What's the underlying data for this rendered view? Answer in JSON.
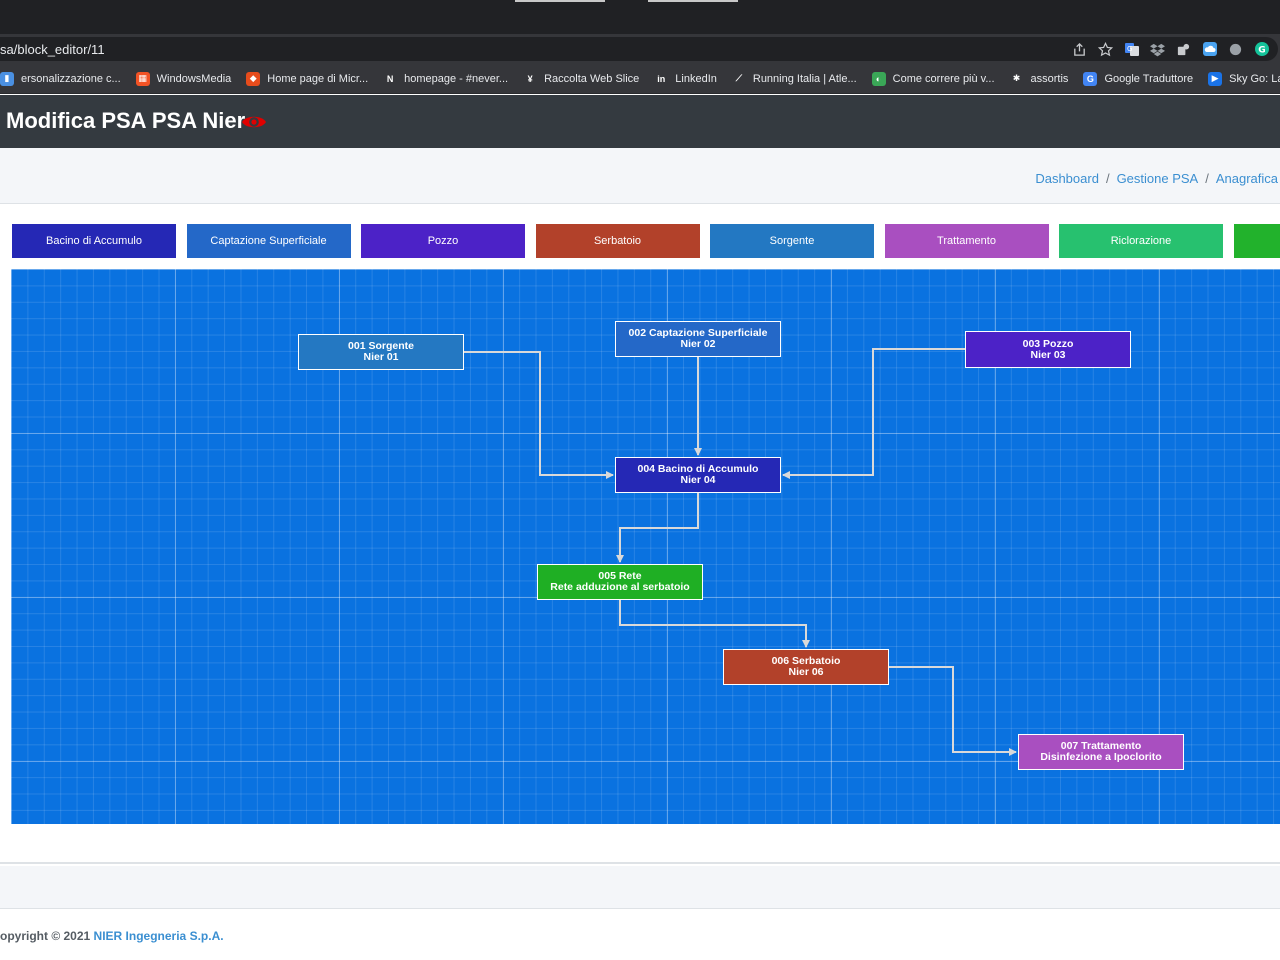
{
  "browser": {
    "url": "sa/block_editor/11",
    "address_icons": [
      "share-icon",
      "star-icon",
      "translate-extension-icon",
      "dropbox-extension-icon",
      "extension-icon",
      "cloud-extension-icon",
      "circle-extension-icon",
      "grammarly-extension-icon"
    ],
    "bookmarks": [
      {
        "label": "ersonalizzazione c...",
        "icon": "blue-folder-icon",
        "color": "#4a90e2"
      },
      {
        "label": "WindowsMedia",
        "icon": "windows-logo-icon",
        "color": "#f35325"
      },
      {
        "label": "Home page di Micr...",
        "icon": "office-logo-icon",
        "color": "#e74c1c"
      },
      {
        "label": "homepage - #never...",
        "icon": "n-logo-icon",
        "color": "#35363a"
      },
      {
        "label": "Raccolta Web Slice",
        "icon": "web-slice-icon",
        "color": "#35363a"
      },
      {
        "label": "LinkedIn",
        "icon": "linkedin-icon",
        "color": "#35363a"
      },
      {
        "label": "Running Italia | Atle...",
        "icon": "runner-icon",
        "color": "#35363a"
      },
      {
        "label": "Come correre più v...",
        "icon": "globe-icon",
        "color": "#3aa757"
      },
      {
        "label": "assortis",
        "icon": "assortis-icon",
        "color": "#35363a"
      },
      {
        "label": "Google Traduttore",
        "icon": "google-translate-icon",
        "color": "#4285f4"
      },
      {
        "label": "Sky Go: La TV",
        "icon": "sky-go-icon",
        "color": "#1a73e8"
      }
    ]
  },
  "header": {
    "title": "Modifica PSA PSA Nier",
    "title_icon": "eye-icon",
    "accent": "#e00000"
  },
  "breadcrumb": [
    {
      "label": "Dashboard"
    },
    {
      "label": "Gestione PSA"
    },
    {
      "label": "Anagrafica"
    }
  ],
  "palette": [
    {
      "label": "Bacino di Accumulo",
      "color": "#2528b5"
    },
    {
      "label": "Captazione Superficiale",
      "color": "#2468c8"
    },
    {
      "label": "Pozzo",
      "color": "#4c22c7"
    },
    {
      "label": "Serbatoio",
      "color": "#b2412a"
    },
    {
      "label": "Sorgente",
      "color": "#2378c2"
    },
    {
      "label": "Trattamento",
      "color": "#a94fc0"
    },
    {
      "label": "Riclorazione",
      "color": "#27c16f"
    },
    {
      "label": "",
      "color": "#22b22c"
    }
  ],
  "diagram": {
    "background": "#0a72e0",
    "blocks": [
      {
        "id": "b1",
        "line1": "001 Sorgente",
        "line2": "Nier 01",
        "color": "#2478c2"
      },
      {
        "id": "b2",
        "line1": "002 Captazione Superficiale",
        "line2": "Nier 02",
        "color": "#2468c8"
      },
      {
        "id": "b3",
        "line1": "003 Pozzo",
        "line2": "Nier 03",
        "color": "#4c22c7"
      },
      {
        "id": "b4",
        "line1": "004 Bacino di Accumulo",
        "line2": "Nier 04",
        "color": "#2528b5"
      },
      {
        "id": "b5",
        "line1": "005 Rete",
        "line2": "Rete adduzione al serbatoio",
        "color": "#1faf24"
      },
      {
        "id": "b6",
        "line1": "006 Serbatoio",
        "line2": "Nier 06",
        "color": "#b2412a"
      },
      {
        "id": "b7",
        "line1": "007 Trattamento",
        "line2": "Disinfezione a Ipoclorito",
        "color": "#a94fc0"
      }
    ],
    "links": [
      {
        "from": "b1",
        "to": "b4"
      },
      {
        "from": "b2",
        "to": "b4"
      },
      {
        "from": "b3",
        "to": "b4"
      },
      {
        "from": "b4",
        "to": "b5"
      },
      {
        "from": "b5",
        "to": "b6"
      },
      {
        "from": "b6",
        "to": "b7"
      }
    ]
  },
  "footer": {
    "prefix": "opyright © 2021 ",
    "company": "NIER Ingegneria S.p.A."
  }
}
